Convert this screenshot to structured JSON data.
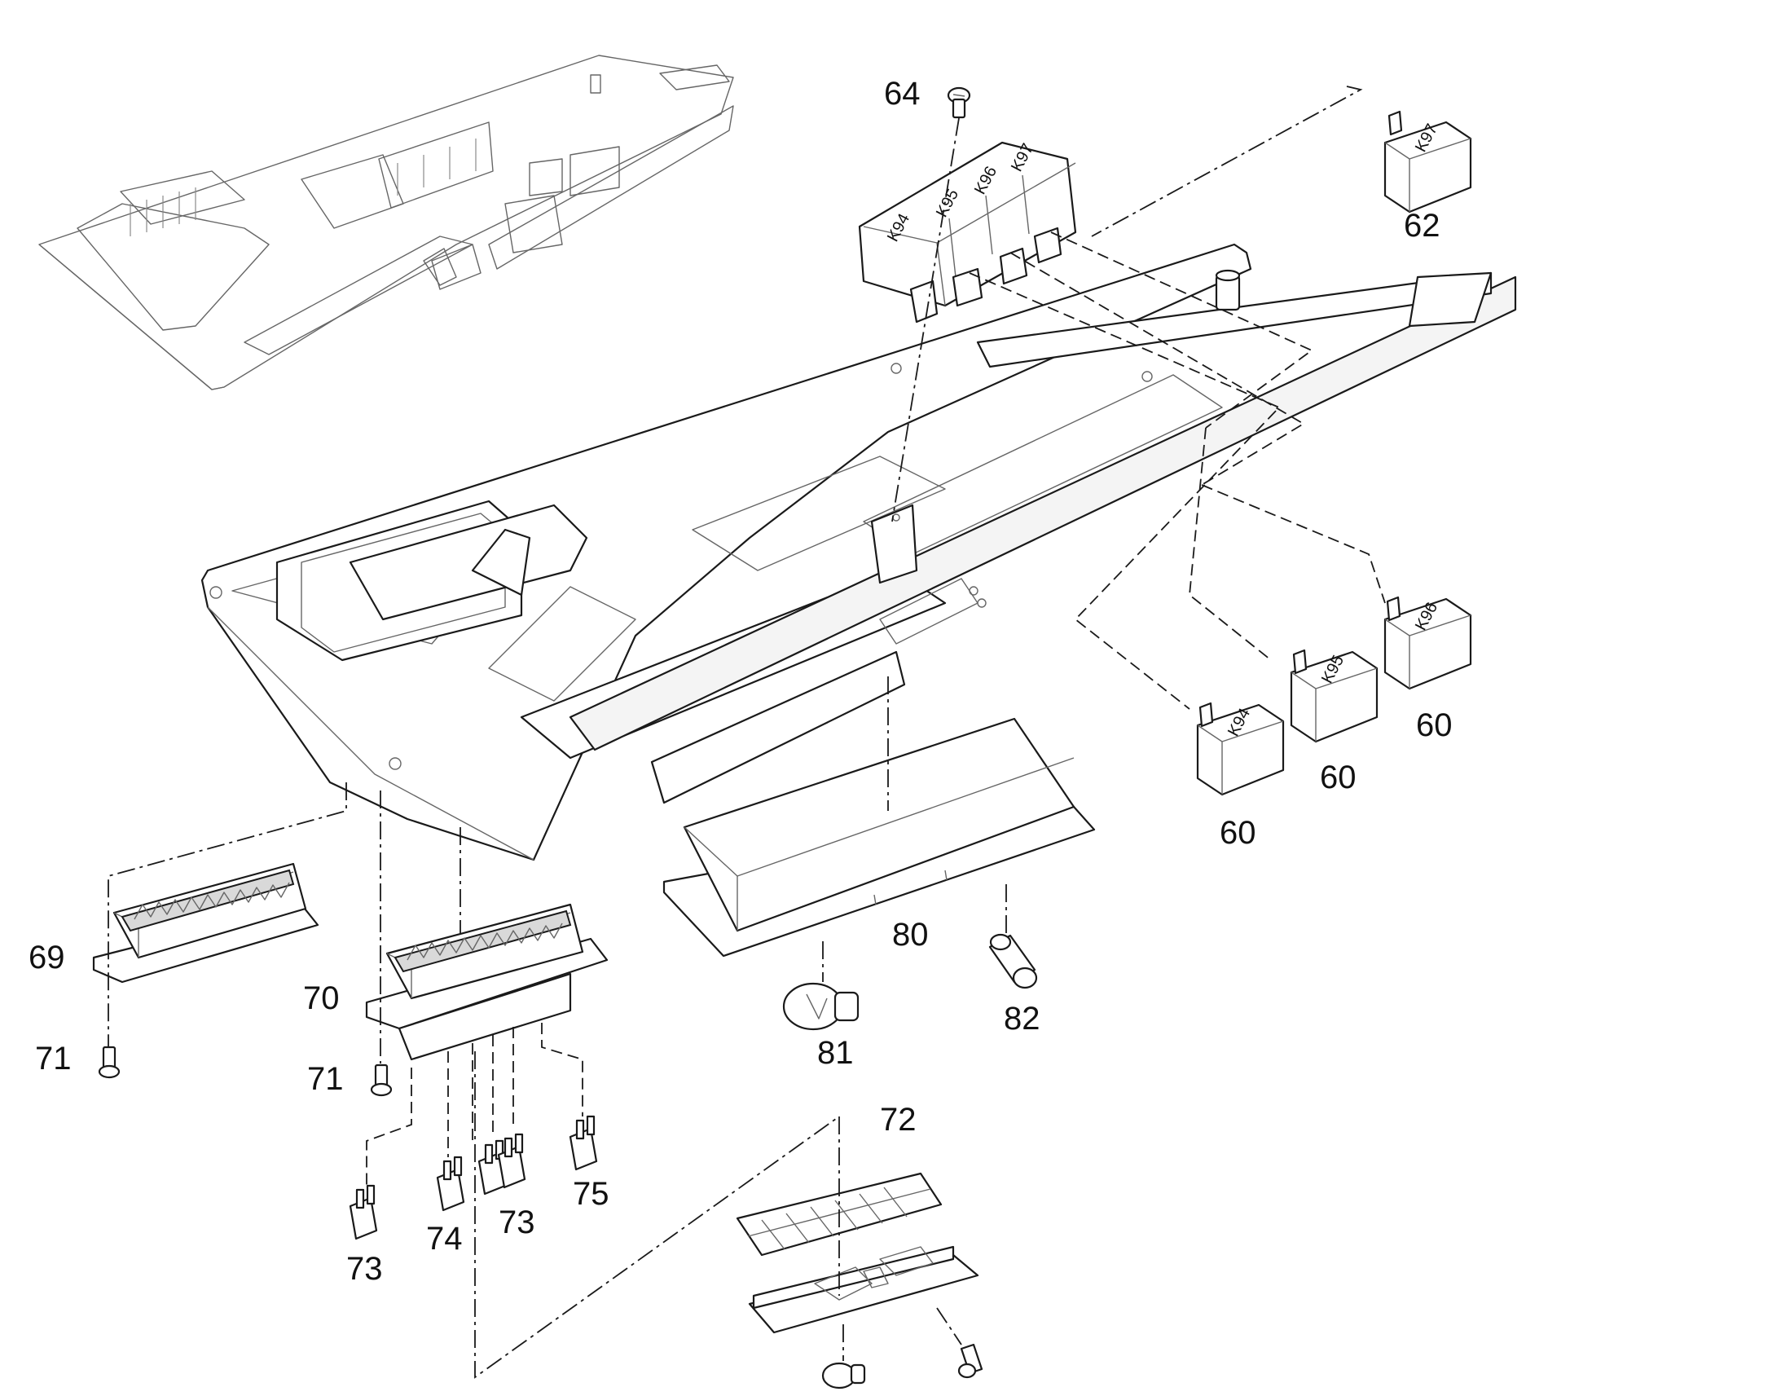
{
  "callouts": {
    "c64": "64",
    "c62": "62",
    "c60a": "60",
    "c60b": "60",
    "c60c": "60",
    "c69": "69",
    "c70": "70",
    "c71a": "71",
    "c71b": "71",
    "c72": "72",
    "c73a": "73",
    "c73b": "73",
    "c74": "74",
    "c75": "75",
    "c80": "80",
    "c81": "81",
    "c82": "82"
  },
  "relay_labels": {
    "k94": "K94",
    "k95": "K95",
    "k96": "K96",
    "k97": "K97"
  },
  "colors": {
    "line": "#1a1a1a",
    "background": "#ffffff"
  }
}
